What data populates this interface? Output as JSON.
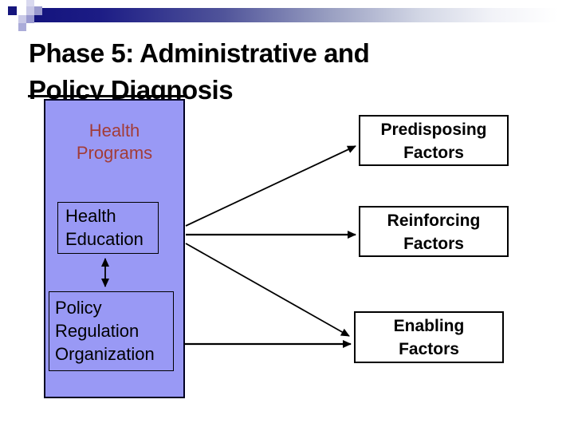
{
  "slide_title": {
    "line1": "Phase 5: Administrative and",
    "line2": "Policy Diagnosis"
  },
  "program_box": {
    "heading": {
      "line1": "Health",
      "line2": "Programs"
    },
    "health_education": {
      "line1": "Health",
      "line2": "Education"
    },
    "policy": {
      "line1": "Policy",
      "line2": "Regulation",
      "line3": "Organization"
    }
  },
  "factor_boxes": {
    "predisposing": {
      "line1": "Predisposing",
      "line2": "Factors"
    },
    "reinforcing": {
      "line1": "Reinforcing",
      "line2": "Factors"
    },
    "enabling": {
      "line1": "Enabling",
      "line2": "Factors"
    }
  },
  "relationships": [
    "Health Education -> Predisposing Factors",
    "Health Education -> Reinforcing Factors",
    "Health Education -> Enabling Factors",
    "Policy Regulation Organization -> Enabling Factors",
    "Health Education <-> Policy Regulation Organization"
  ],
  "colors": {
    "program_box_fill": "#9999f5",
    "program_heading_text": "#a23c38",
    "header_bar_navy": "#14147e",
    "factor_box_fill": "#ffffff",
    "line_color": "#000000"
  }
}
